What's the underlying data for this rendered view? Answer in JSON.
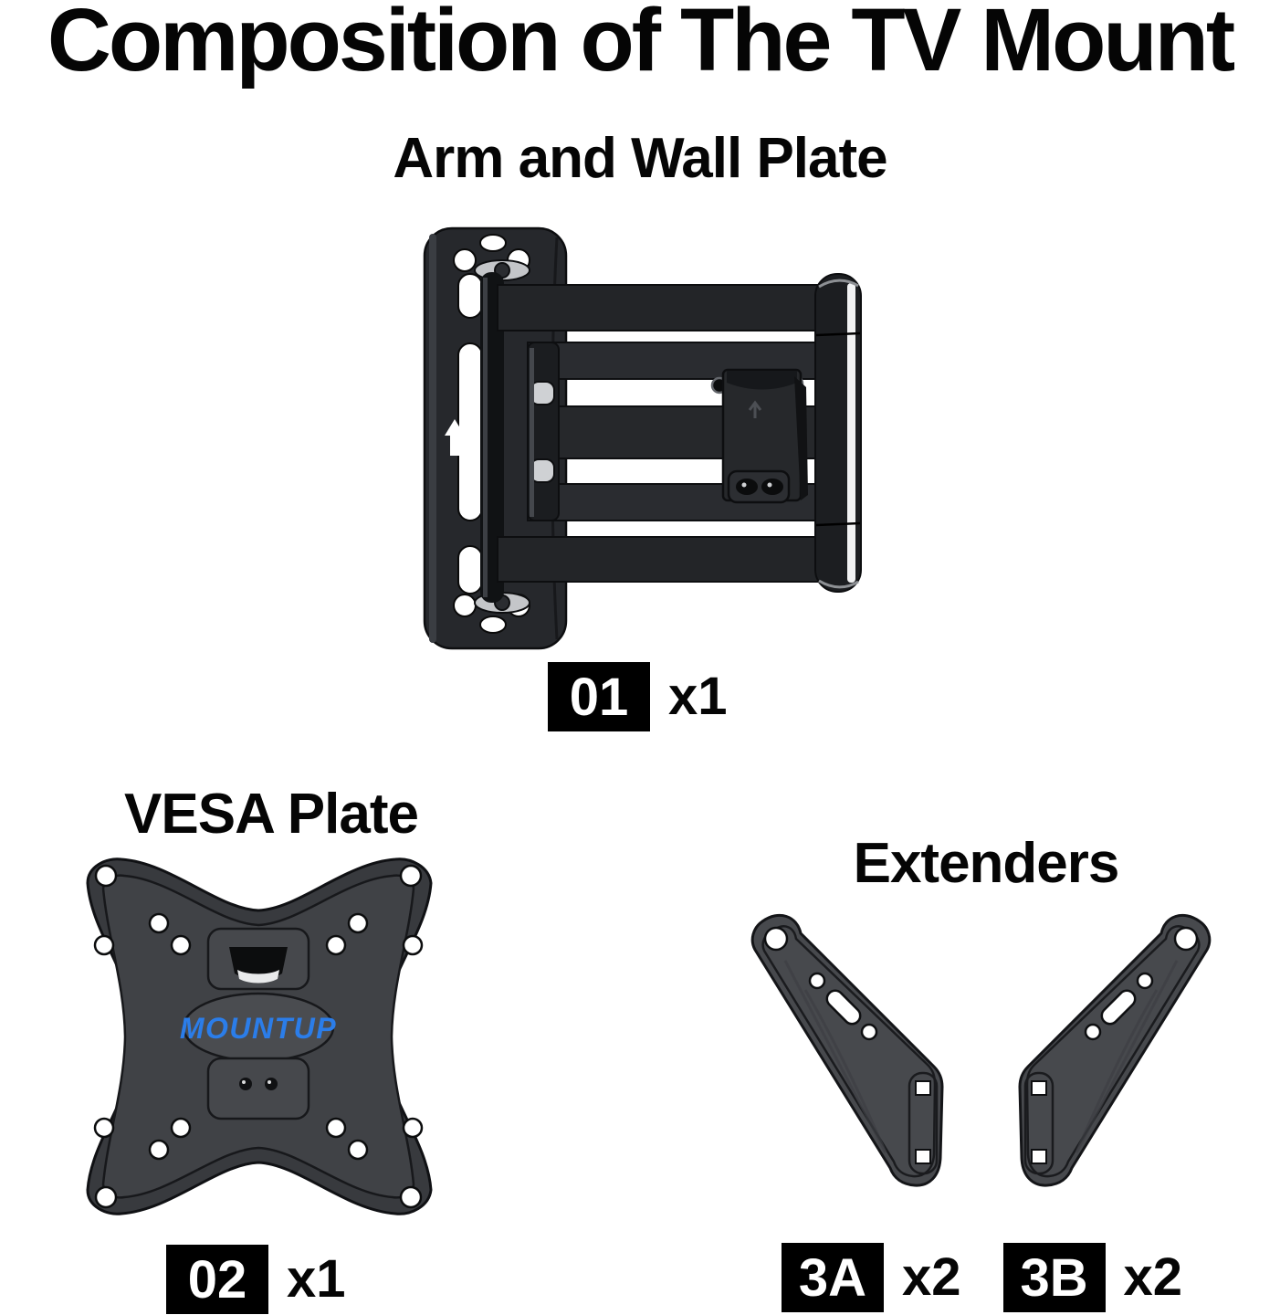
{
  "title": "Composition of The TV Mount",
  "sections": {
    "arm": {
      "heading": "Arm and Wall Plate",
      "badge": "01",
      "quantity": "x1"
    },
    "vesa": {
      "heading": "VESA Plate",
      "badge": "02",
      "quantity": "x1",
      "brand": "MOUNTUP"
    },
    "extenders": {
      "heading": "Extenders",
      "parts": [
        {
          "badge": "3A",
          "quantity": "x2"
        },
        {
          "badge": "3B",
          "quantity": "x2"
        }
      ]
    }
  },
  "icons": {
    "wall_plate_direction": "up-arrow"
  },
  "colors": {
    "background": "#ffffff",
    "text": "#050505",
    "badge_background": "#000000",
    "badge_text": "#ffffff",
    "brand_blue": "#2b7de9",
    "metal_dark": "#232528",
    "metal_mid": "#3f4145",
    "metal_light": "#55585e"
  }
}
